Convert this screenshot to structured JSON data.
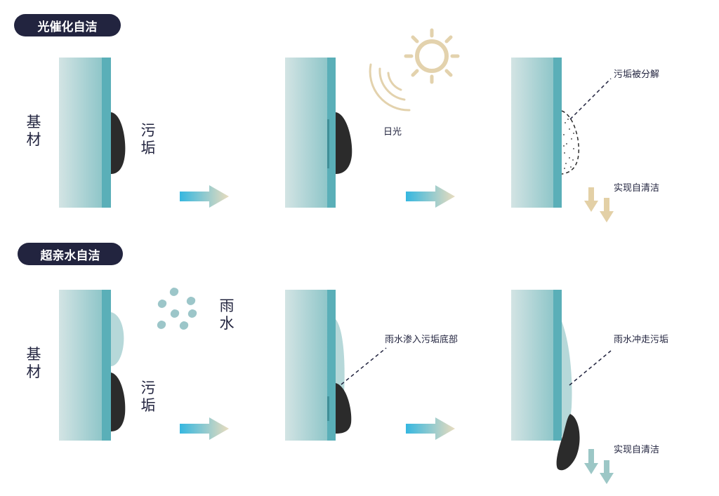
{
  "sections": [
    {
      "title": "光催化自洁",
      "substrate_label": "基材",
      "dirt_label": "污垢",
      "sunlight_label": "日光",
      "decompose_label": "污垢被分解",
      "result_label": "实现自清洁"
    },
    {
      "title": "超亲水自洁",
      "substrate_label": "基材",
      "dirt_label": "污垢",
      "rain_label": "雨水",
      "seep_label": "雨水渗入污垢底部",
      "flush_label": "雨水冲走污垢",
      "result_label": "实现自清洁"
    }
  ],
  "icons": [
    "sun-icon",
    "sunlight-wave-icon",
    "raindrop-icon",
    "flow-arrow-icon",
    "down-arrow-icon"
  ],
  "colors": {
    "pill_bg": "#22243f",
    "substrate_light": "#d3e4e4",
    "substrate_mid": "#8fc6c9",
    "coating": "#5aafb8",
    "dirt": "#2b2b2b",
    "water": "#b6d8d9",
    "sun": "#e3d2ad",
    "sun_arrow": "#e3d0a6",
    "water_arrow": "#9cc7c6",
    "arrow_start": "#35b7e0",
    "arrow_end": "#e9dcbe",
    "text": "#22243f"
  }
}
